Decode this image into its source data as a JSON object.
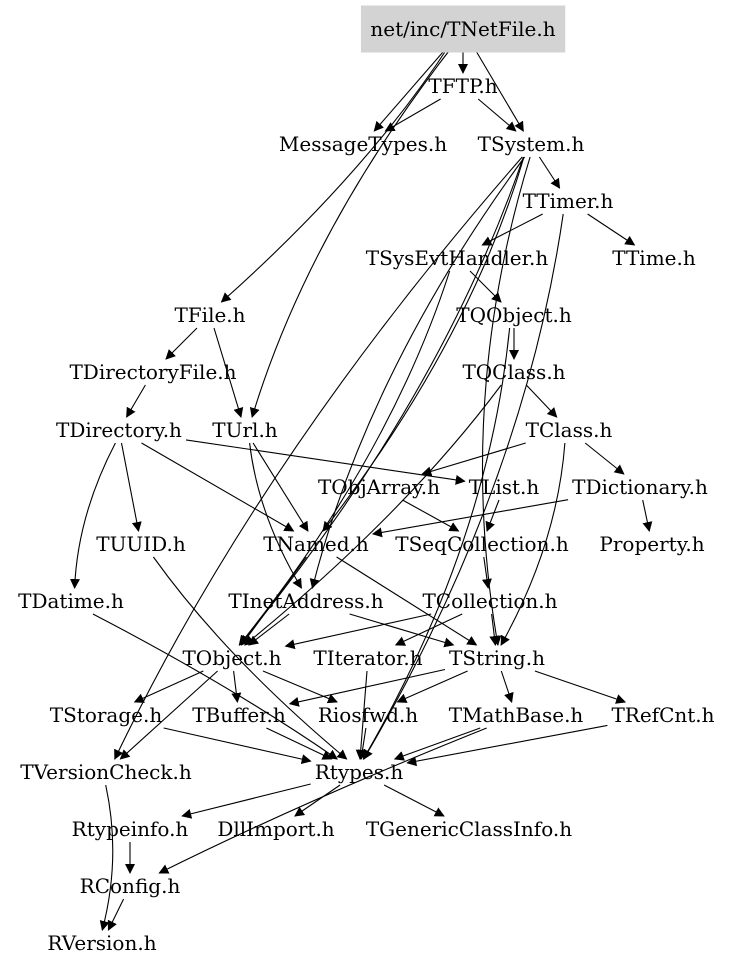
{
  "graph": {
    "root": "net/inc/TNetFile.h",
    "nodes": [
      {
        "id": "TNetFile",
        "label": "net/inc/TNetFile.h"
      },
      {
        "id": "TFTP",
        "label": "TFTP.h"
      },
      {
        "id": "MessageTypes",
        "label": "MessageTypes.h"
      },
      {
        "id": "TSystem",
        "label": "TSystem.h"
      },
      {
        "id": "TTimer",
        "label": "TTimer.h"
      },
      {
        "id": "TSysEvtHandler",
        "label": "TSysEvtHandler.h"
      },
      {
        "id": "TTime",
        "label": "TTime.h"
      },
      {
        "id": "TFile",
        "label": "TFile.h"
      },
      {
        "id": "TQObject",
        "label": "TQObject.h"
      },
      {
        "id": "TDirectoryFile",
        "label": "TDirectoryFile.h"
      },
      {
        "id": "TQClass",
        "label": "TQClass.h"
      },
      {
        "id": "TDirectory",
        "label": "TDirectory.h"
      },
      {
        "id": "TUrl",
        "label": "TUrl.h"
      },
      {
        "id": "TClass",
        "label": "TClass.h"
      },
      {
        "id": "TObjArray",
        "label": "TObjArray.h"
      },
      {
        "id": "TList",
        "label": "TList.h"
      },
      {
        "id": "TDictionary",
        "label": "TDictionary.h"
      },
      {
        "id": "TUUID",
        "label": "TUUID.h"
      },
      {
        "id": "TNamed",
        "label": "TNamed.h"
      },
      {
        "id": "TSeqCollection",
        "label": "TSeqCollection.h"
      },
      {
        "id": "Property",
        "label": "Property.h"
      },
      {
        "id": "TDatime",
        "label": "TDatime.h"
      },
      {
        "id": "TInetAddress",
        "label": "TInetAddress.h"
      },
      {
        "id": "TCollection",
        "label": "TCollection.h"
      },
      {
        "id": "TObject",
        "label": "TObject.h"
      },
      {
        "id": "TIterator",
        "label": "TIterator.h"
      },
      {
        "id": "TString",
        "label": "TString.h"
      },
      {
        "id": "TStorage",
        "label": "TStorage.h"
      },
      {
        "id": "TBuffer",
        "label": "TBuffer.h"
      },
      {
        "id": "Riosfwd",
        "label": "Riosfwd.h"
      },
      {
        "id": "TMathBase",
        "label": "TMathBase.h"
      },
      {
        "id": "TRefCnt",
        "label": "TRefCnt.h"
      },
      {
        "id": "TVersionCheck",
        "label": "TVersionCheck.h"
      },
      {
        "id": "Rtypes",
        "label": "Rtypes.h"
      },
      {
        "id": "Rtypeinfo",
        "label": "Rtypeinfo.h"
      },
      {
        "id": "DllImport",
        "label": "DllImport.h"
      },
      {
        "id": "TGenericClassInfo",
        "label": "TGenericClassInfo.h"
      },
      {
        "id": "RConfig",
        "label": "RConfig.h"
      },
      {
        "id": "RVersion",
        "label": "RVersion.h"
      }
    ],
    "edges": [
      [
        "TNetFile",
        "TFTP"
      ],
      [
        "TNetFile",
        "TSystem"
      ],
      [
        "TNetFile",
        "MessageTypes"
      ],
      [
        "TNetFile",
        "TFile"
      ],
      [
        "TNetFile",
        "TUrl"
      ],
      [
        "TFTP",
        "MessageTypes"
      ],
      [
        "TFTP",
        "TSystem"
      ],
      [
        "TSystem",
        "TTimer"
      ],
      [
        "TSystem",
        "TInetAddress"
      ],
      [
        "TSystem",
        "TObject"
      ],
      [
        "TSystem",
        "TString"
      ],
      [
        "TSystem",
        "TNamed"
      ],
      [
        "TSystem",
        "TVersionCheck"
      ],
      [
        "TTimer",
        "TSysEvtHandler"
      ],
      [
        "TTimer",
        "TTime"
      ],
      [
        "TTimer",
        "Rtypes"
      ],
      [
        "TSysEvtHandler",
        "TQObject"
      ],
      [
        "TSysEvtHandler",
        "TObject"
      ],
      [
        "TQObject",
        "TQClass"
      ],
      [
        "TQObject",
        "Rtypes"
      ],
      [
        "TQClass",
        "TClass"
      ],
      [
        "TQClass",
        "TObject"
      ],
      [
        "TFile",
        "TDirectoryFile"
      ],
      [
        "TFile",
        "TUrl"
      ],
      [
        "TDirectoryFile",
        "TDirectory"
      ],
      [
        "TDirectory",
        "TUUID"
      ],
      [
        "TDirectory",
        "TDatime"
      ],
      [
        "TDirectory",
        "TNamed"
      ],
      [
        "TDirectory",
        "TList"
      ],
      [
        "TUrl",
        "TNamed"
      ],
      [
        "TUrl",
        "TInetAddress"
      ],
      [
        "TClass",
        "TDictionary"
      ],
      [
        "TClass",
        "TObjArray"
      ],
      [
        "TClass",
        "TString"
      ],
      [
        "TList",
        "TSeqCollection"
      ],
      [
        "TObjArray",
        "TSeqCollection"
      ],
      [
        "TDictionary",
        "Property"
      ],
      [
        "TDictionary",
        "TNamed"
      ],
      [
        "TSeqCollection",
        "TCollection"
      ],
      [
        "TNamed",
        "TObject"
      ],
      [
        "TNamed",
        "TString"
      ],
      [
        "TCollection",
        "TObject"
      ],
      [
        "TCollection",
        "TIterator"
      ],
      [
        "TCollection",
        "TString"
      ],
      [
        "TInetAddress",
        "TObject"
      ],
      [
        "TInetAddress",
        "TString"
      ],
      [
        "TUUID",
        "Rtypes"
      ],
      [
        "TDatime",
        "Rtypes"
      ],
      [
        "TObject",
        "TStorage"
      ],
      [
        "TObject",
        "TBuffer"
      ],
      [
        "TObject",
        "Riosfwd"
      ],
      [
        "TObject",
        "TVersionCheck"
      ],
      [
        "TIterator",
        "Rtypes"
      ],
      [
        "TString",
        "TMathBase"
      ],
      [
        "TString",
        "TRefCnt"
      ],
      [
        "TString",
        "Riosfwd"
      ],
      [
        "TString",
        "TBuffer"
      ],
      [
        "TStorage",
        "Rtypes"
      ],
      [
        "TBuffer",
        "Rtypes"
      ],
      [
        "Riosfwd",
        "Rtypes"
      ],
      [
        "TMathBase",
        "Rtypes"
      ],
      [
        "TRefCnt",
        "Rtypes"
      ],
      [
        "TMathBase",
        "RConfig"
      ],
      [
        "TVersionCheck",
        "RVersion"
      ],
      [
        "Rtypes",
        "Rtypeinfo"
      ],
      [
        "Rtypes",
        "DllImport"
      ],
      [
        "Rtypes",
        "TGenericClassInfo"
      ],
      [
        "Rtypeinfo",
        "RConfig"
      ],
      [
        "RConfig",
        "RVersion"
      ]
    ]
  }
}
